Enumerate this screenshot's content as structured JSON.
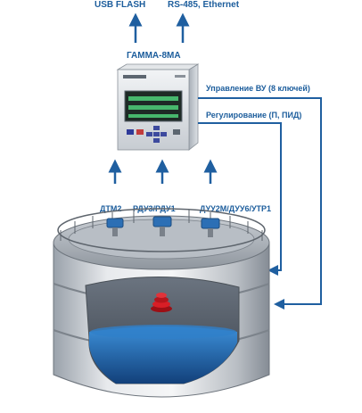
{
  "diagram": {
    "outputs": {
      "usb": "USB FLASH",
      "net": "RS-485, Ethernet"
    },
    "device": {
      "title": "ГАММА-8МА",
      "brand": "ГАММА-8МА"
    },
    "controls": {
      "relay": "Управление ВУ (8 ключей)",
      "regulation": "Регулирование (П, ПИД)"
    },
    "sensors": [
      {
        "label": "ДТМ2"
      },
      {
        "label": "РДУ3/РДУ1"
      },
      {
        "label": "ДУУ2М/ДУУ6/УТР1"
      }
    ],
    "colors": {
      "accent": "#1c5d9c",
      "arrow": "#1f5fa0",
      "liquid": "#1a6fc0",
      "float": "#c0141b"
    }
  }
}
